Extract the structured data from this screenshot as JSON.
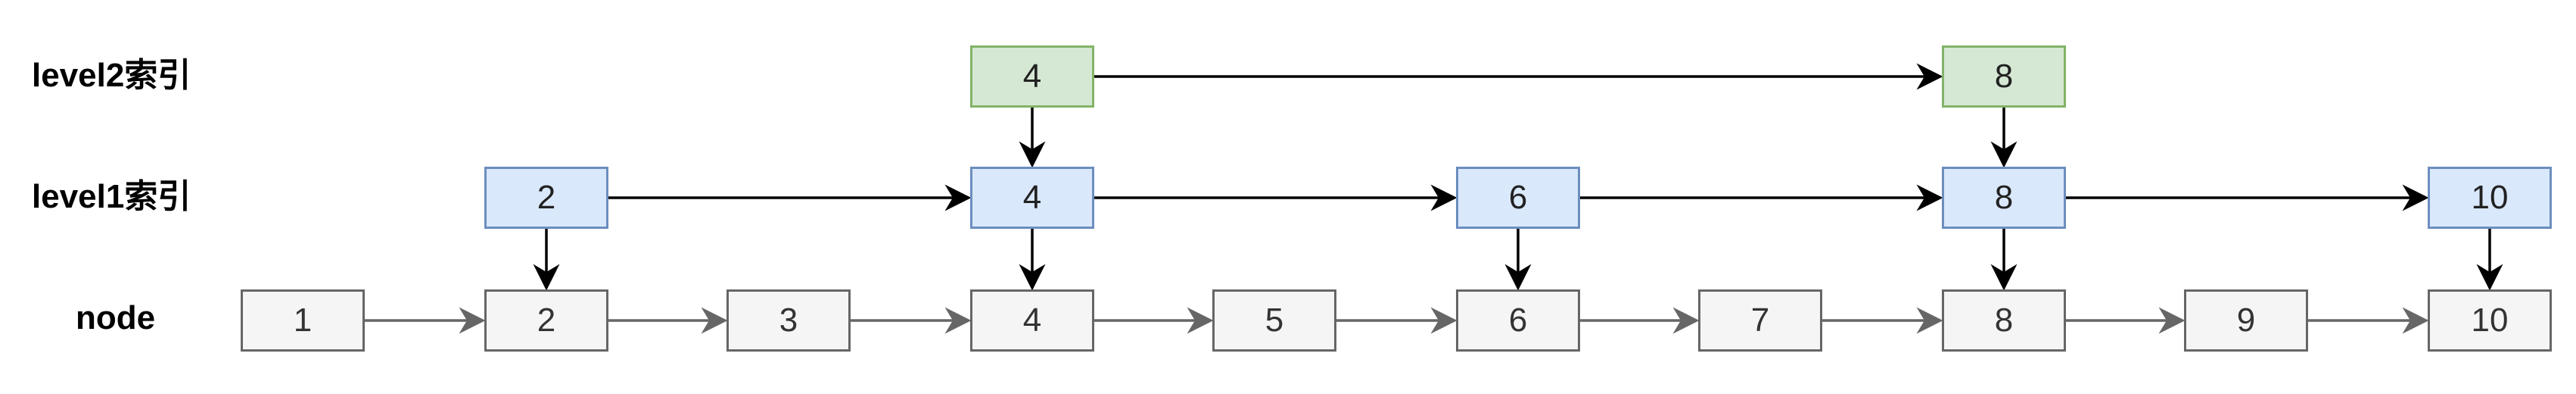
{
  "rows": {
    "level2": {
      "label": "level2索引",
      "fill": "#d5e8d4",
      "border": "#82b366",
      "nodes": [
        "4",
        "8"
      ]
    },
    "level1": {
      "label": "level1索引",
      "fill": "#dae8fc",
      "border": "#6c8ebf",
      "nodes": [
        "2",
        "4",
        "6",
        "8",
        "10"
      ]
    },
    "base": {
      "label": "node",
      "fill": "#f5f5f5",
      "border": "#666666",
      "nodes": [
        "1",
        "2",
        "3",
        "4",
        "5",
        "6",
        "7",
        "8",
        "9",
        "10"
      ]
    }
  },
  "colors": {
    "index_arrow": "#000000",
    "base_arrow": "#666666"
  }
}
